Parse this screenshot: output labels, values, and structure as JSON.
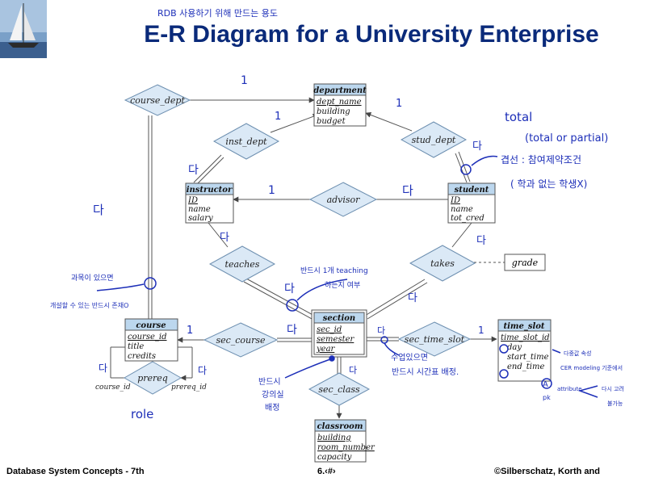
{
  "slide": {
    "title": "E-R Diagram for a University Enterprise",
    "footer_left": "Database System Concepts - 7th",
    "footer_center": "6.‹#›",
    "footer_right": "©Silberschatz, Korth and"
  },
  "entities": {
    "department": {
      "name": "department",
      "attrs": [
        "dept_name",
        "building",
        "budget"
      ]
    },
    "instructor": {
      "name": "instructor",
      "attrs": [
        "ID",
        "name",
        "salary"
      ]
    },
    "student": {
      "name": "student",
      "attrs": [
        "ID",
        "name",
        "tot_cred"
      ]
    },
    "section": {
      "name": "section",
      "attrs": [
        "sec_id",
        "semester",
        "year"
      ]
    },
    "course": {
      "name": "course",
      "attrs": [
        "course_id",
        "title",
        "credits"
      ]
    },
    "time_slot": {
      "name": "time_slot",
      "attrs": [
        "time_slot_id",
        "day",
        "start_time",
        "end_time"
      ]
    },
    "classroom": {
      "name": "classroom",
      "attrs": [
        "building",
        "room_number",
        "capacity"
      ]
    }
  },
  "relationships": {
    "course_dept": "course_dept",
    "inst_dept": "inst_dept",
    "stud_dept": "stud_dept",
    "advisor": "advisor",
    "teaches": "teaches",
    "takes": "takes",
    "sec_course": "sec_course",
    "sec_time_slot": "sec_time_slot",
    "sec_class": "sec_class",
    "prereq": "prereq"
  },
  "attributes": {
    "grade": "grade"
  },
  "roles": {
    "course_id": "course_id",
    "prereq_id": "prereq_id"
  },
  "handwriting": {
    "rdb_note": "RDB 사용하기 위해 만드는 용도",
    "one_a": "1",
    "one_b": "1",
    "one_c": "1",
    "one_d": "1",
    "one_e": "1",
    "one_f": "1",
    "da_1": "다",
    "da_2": "다",
    "da_3": "다",
    "da_4": "다",
    "da_5": "다",
    "da_6": "다",
    "da_7": "다",
    "da_8": "다",
    "da_9": "다",
    "da_10": "다",
    "da_11": "다",
    "da_12": "다",
    "total": "total",
    "total_partial": "(total or partial)",
    "double_line_note": "겹선 : 참여제약조건",
    "no_student_note": "( 학과 없는 학생X)",
    "teaches_note": "반드시 1개 teaching",
    "teaches_note2": "하는지 여부",
    "course_note": "과목이 있으면",
    "course_note2": "개설할 수 있는 반드시 존재O",
    "section_note": "반드시",
    "section_note2": "강의실",
    "section_note3": "배정",
    "time_note": "수업있으면",
    "time_note2": "반드시 시간표 배정.",
    "role": "role",
    "ts_note": "다중값 속성",
    "ts_note2": "CER modeling 기준에서",
    "ts_note3": "attribute",
    "ts_note4": "다시 고려",
    "ts_note5": "불가능",
    "ts_a": "A",
    "ts_pk": "pk"
  }
}
